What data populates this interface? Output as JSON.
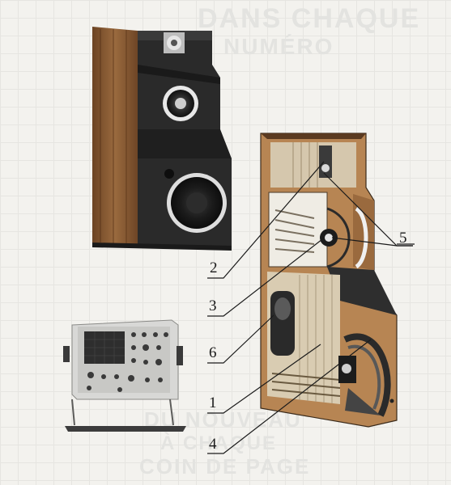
{
  "background_text": {
    "top_line1": "DANS CHAQUE",
    "top_line2": "NUMÉRO",
    "bottom_line1": "DU NOUVEAU",
    "bottom_line2": "À CHAQUE",
    "bottom_line3": "COIN DE PAGE"
  },
  "callouts": {
    "label_1": "1",
    "label_2": "2",
    "label_3": "3",
    "label_4": "4",
    "label_5": "5",
    "label_6": "6"
  },
  "colors": {
    "paper": "#f3f2ee",
    "wood": "#8a5a33",
    "cabinet": "#2b2b2b",
    "cutaway_wood": "#b07a48"
  }
}
